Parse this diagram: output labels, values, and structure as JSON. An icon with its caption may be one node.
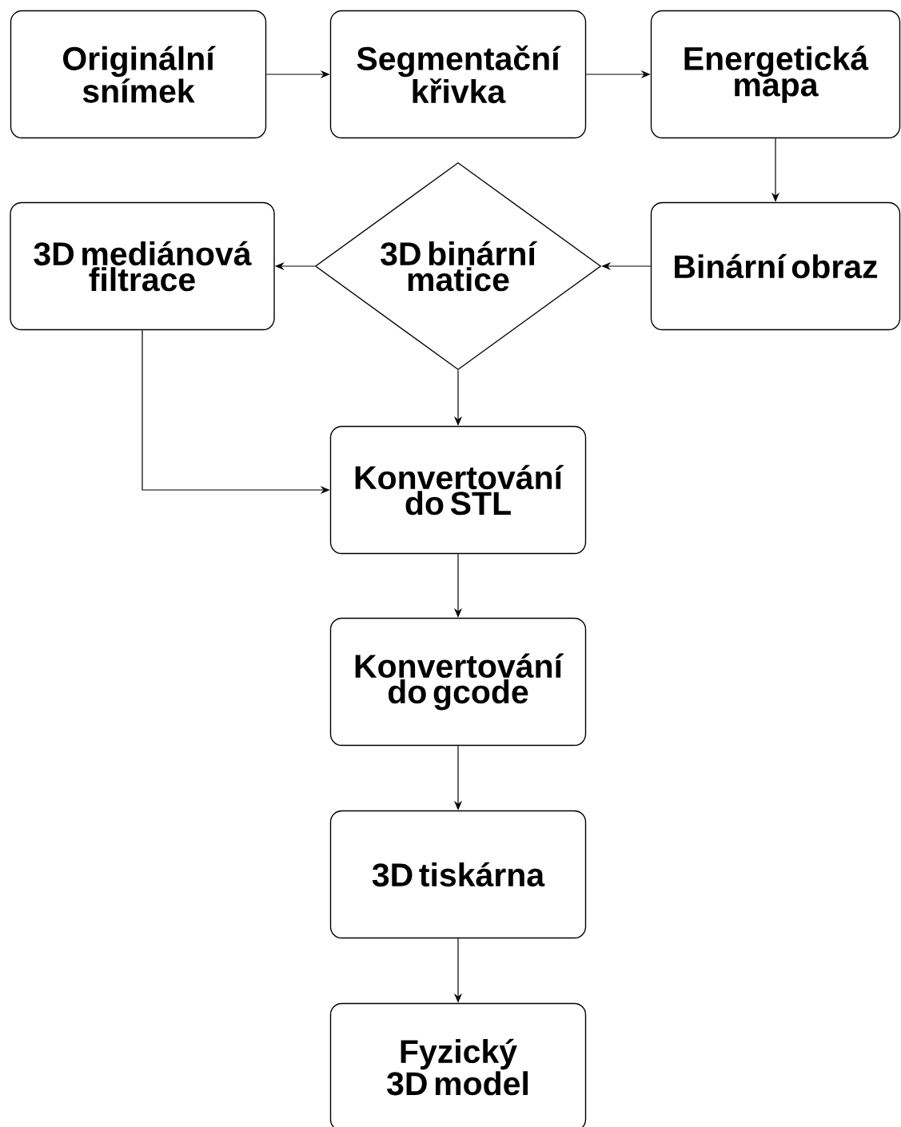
{
  "diagram": {
    "nodes": [
      {
        "text": [
          "Originální snímek"
        ]
      },
      {
        "text": [
          "Segmentační křivka"
        ]
      },
      {
        "text": [
          "Energetická mapa"
        ]
      },
      {
        "text": [
          "Binární obraz"
        ]
      },
      {
        "text": [
          "3D binární matice"
        ]
      },
      {
        "text": [
          "3D mediánová filtrace"
        ]
      },
      {
        "text": [
          "Konvertování do STL"
        ]
      },
      {
        "text": [
          "Konvertování do gcode"
        ]
      },
      {
        "text": [
          "3D tiskárna"
        ]
      },
      {
        "text": [
          "Fyzický 3D model"
        ]
      }
    ],
    "edges": [
      {
        "from": 0,
        "to": 1,
        "arrow": "to"
      },
      {
        "from": 1,
        "to": 2,
        "arrow": "to"
      },
      {
        "from": 2,
        "to": 3,
        "arrow": "to"
      },
      {
        "from": 3,
        "to": 4,
        "arrow": "to"
      },
      {
        "from": 4,
        "to": 5,
        "arrow": "to"
      },
      {
        "from": 4,
        "to": 6,
        "arrow": "to"
      },
      {
        "from": 5,
        "to": 6,
        "arrow": "to"
      },
      {
        "from": 6,
        "to": 7,
        "arrow": "to"
      },
      {
        "from": 7,
        "to": 8,
        "arrow": "to"
      },
      {
        "from": 8,
        "to": 9,
        "arrow": "to"
      }
    ]
  }
}
